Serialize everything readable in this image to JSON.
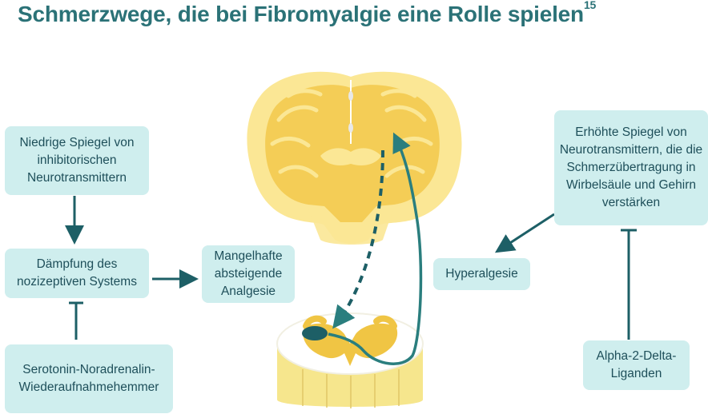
{
  "title": {
    "text": "Schmerzwege, die bei Fibromyalgie eine Rolle spielen",
    "ref": "15"
  },
  "boxes": {
    "low_inhibitory": "Niedrige Spiegel von inhibitorischen Neurotransmittern",
    "dampening": "Dämpfung des nozizeptiven Systems",
    "descending": "Mangelhafte absteigende Analgesie",
    "snri": "Serotonin-Noradrenalin-Wiederaufnahmehemmer",
    "elevated": "Erhöhte Spiegel von Neurotransmittern, die die Schmerzübertragung in Wirbelsäule und Gehirn verstärken",
    "hyperalgesia": "Hyperalgesie",
    "alpha2": "Alpha-2-Delta-Liganden"
  },
  "colors": {
    "title": "#2b7277",
    "box_fill": "#cfeeee",
    "box_text": "#1e4f5a",
    "arrow": "#1d5f66",
    "pathway": "#2a7e7e",
    "brain_light": "#fbe795",
    "brain_dark": "#f2c84b",
    "cord_grey": "#f0c544"
  }
}
